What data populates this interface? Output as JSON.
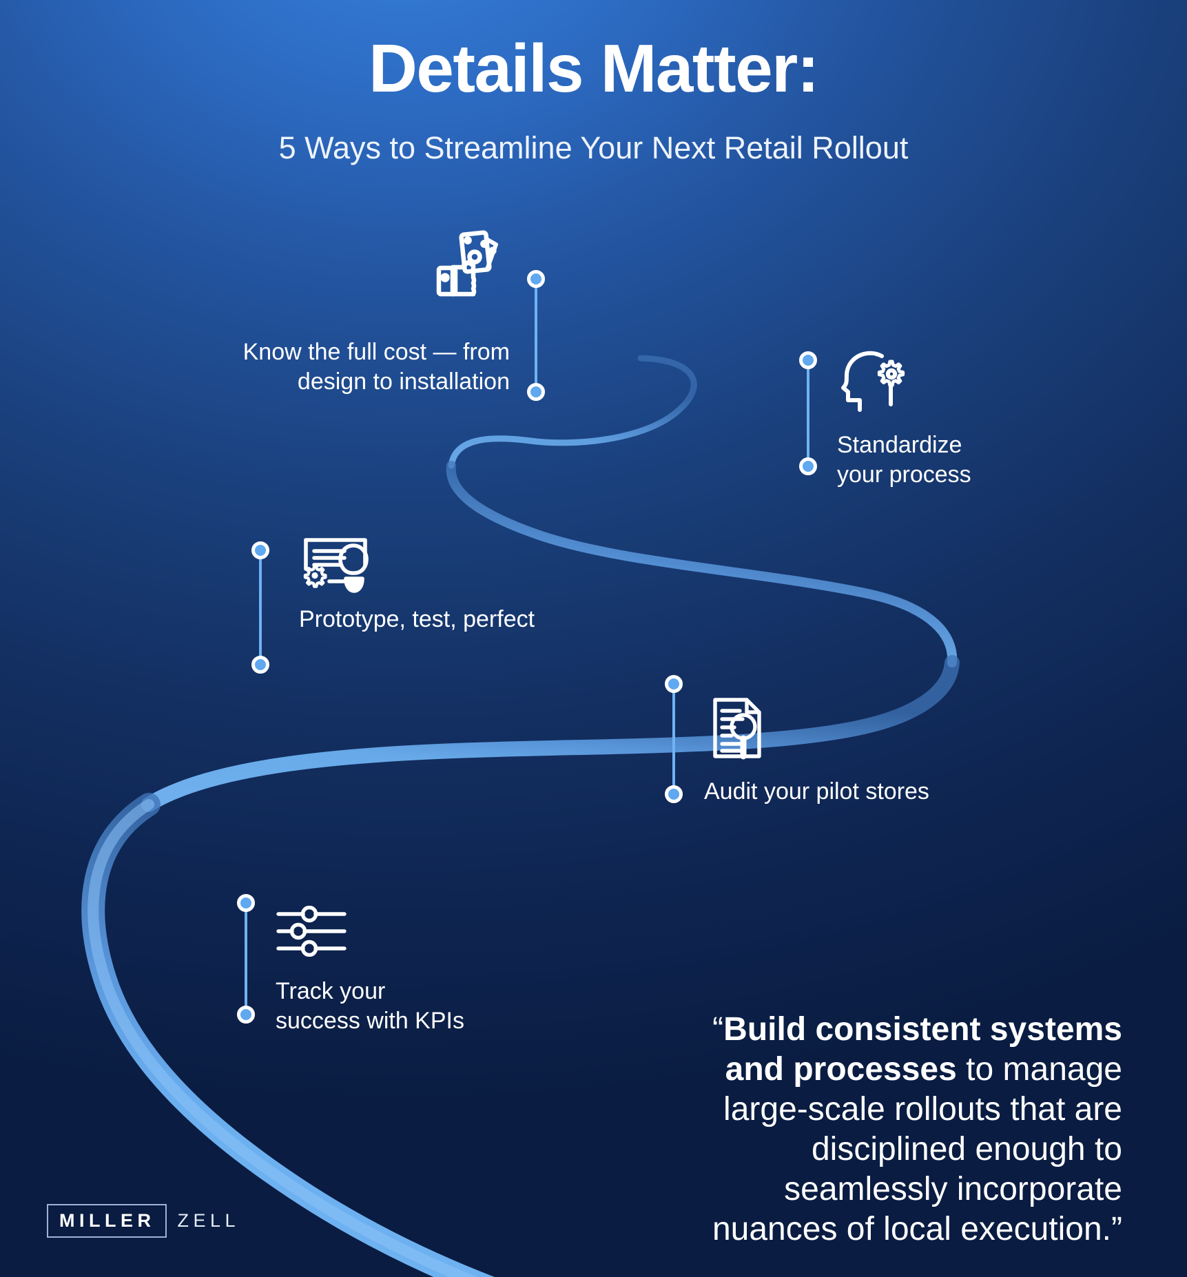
{
  "header": {
    "title": "Details Matter:",
    "subtitle": "5 Ways to Streamline Your Next Retail Rollout"
  },
  "colors": {
    "bg_top": "#3681dd",
    "bg_bottom": "#0a1c41",
    "ribbon_bright": "#6fb2f2",
    "ribbon_dim": "#3f74b8",
    "accent_dot": "#60a8f0",
    "text": "#ffffff"
  },
  "steps": [
    {
      "id": "know-cost",
      "icon": "wallet-cash-icon",
      "label": "Know the full cost — from\ndesign to installation"
    },
    {
      "id": "standardize",
      "icon": "head-gear-icon",
      "label": "Standardize\nyour process"
    },
    {
      "id": "prototype",
      "icon": "whiteboard-lightbulb-gear-icon",
      "label": "Prototype, test, perfect"
    },
    {
      "id": "audit",
      "icon": "document-magnifier-icon",
      "label": "Audit your pilot stores"
    },
    {
      "id": "kpis",
      "icon": "sliders-icon",
      "label": "Track your\nsuccess with KPIs"
    }
  ],
  "quote": {
    "open_quote": "“",
    "bold_part": "Build consistent systems and processes",
    "rest_part": " to manage large-scale rollouts that are disciplined enough to seamlessly incorporate nuances of local execution.”"
  },
  "logo": {
    "primary": "MILLER",
    "secondary": "ZELL"
  }
}
